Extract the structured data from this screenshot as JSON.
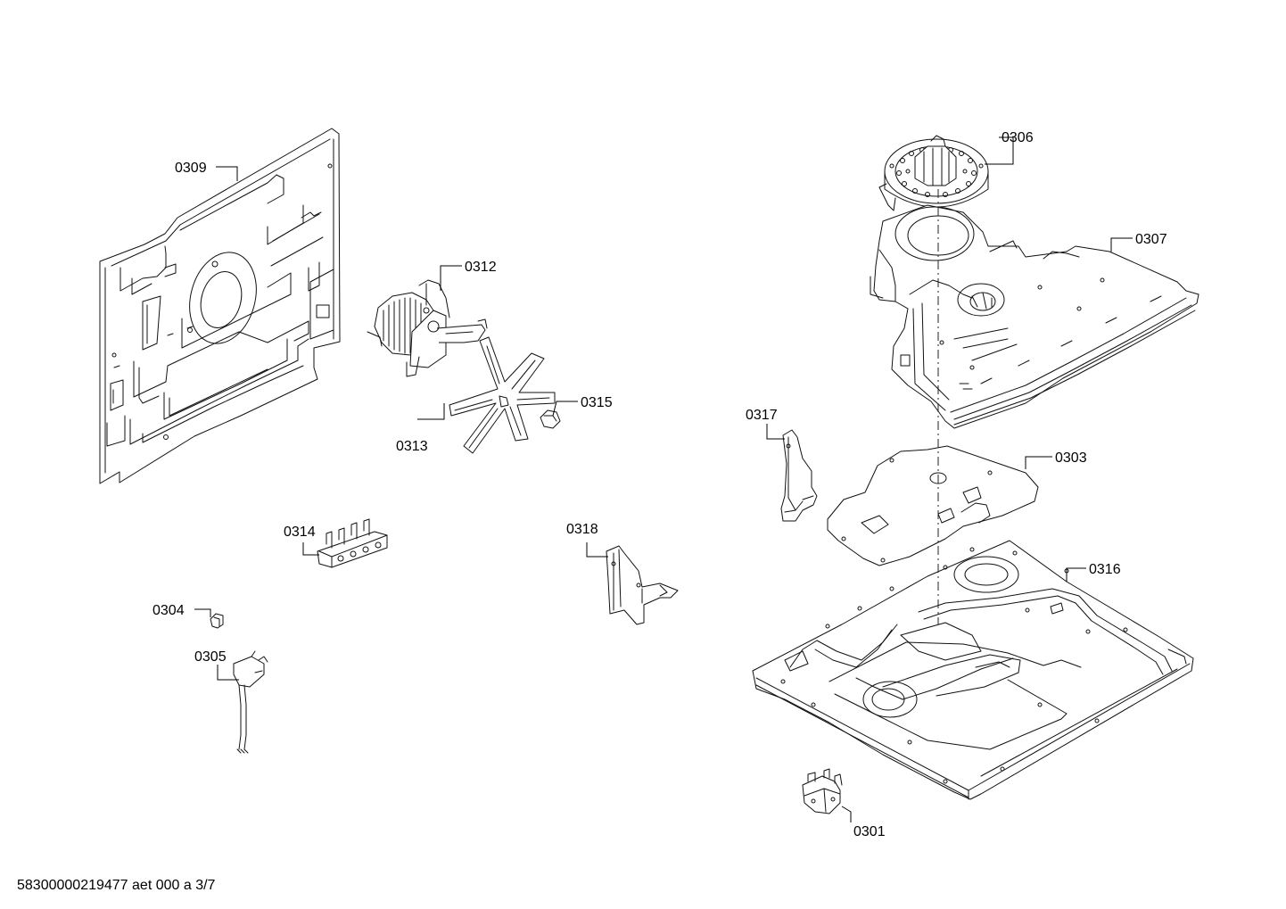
{
  "diagram": {
    "footer_id": "58300000219477 aet 000 a 3/7",
    "labels": {
      "p0309": "0309",
      "p0312": "0312",
      "p0313": "0313",
      "p0315": "0315",
      "p0314": "0314",
      "p0304": "0304",
      "p0305": "0305",
      "p0318": "0318",
      "p0306": "0306",
      "p0307": "0307",
      "p0317": "0317",
      "p0303": "0303",
      "p0316": "0316",
      "p0301": "0301"
    }
  }
}
